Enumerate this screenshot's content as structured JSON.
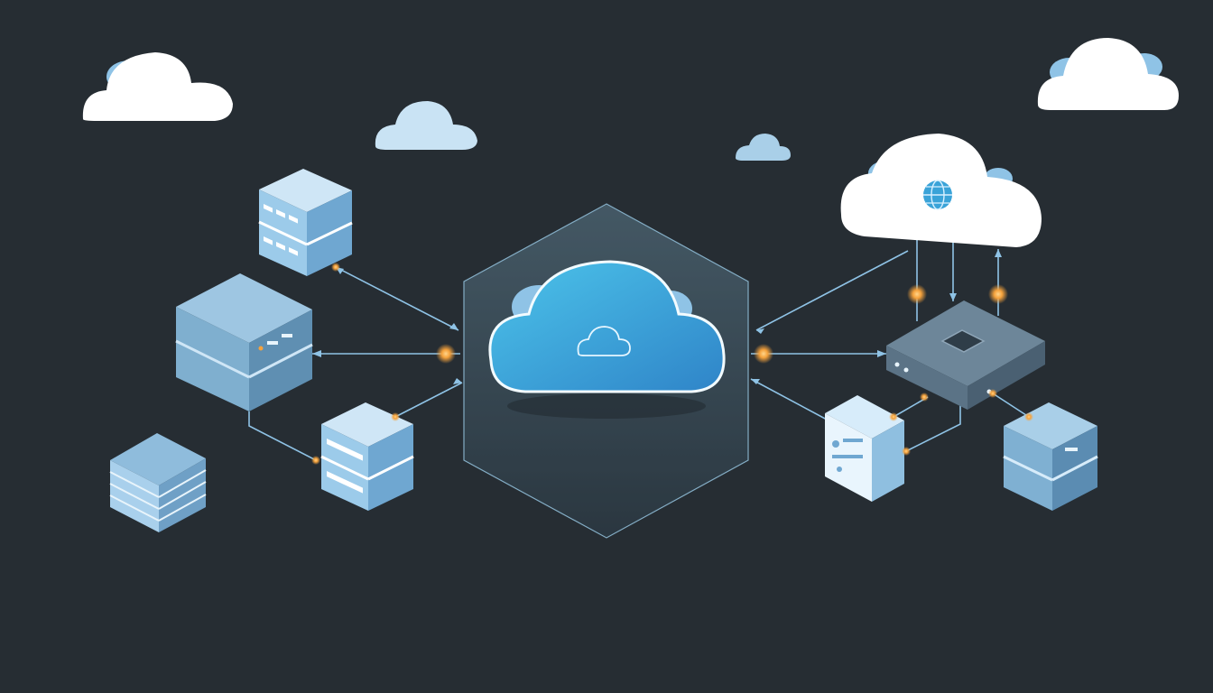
{
  "diagram": {
    "type": "network-topology",
    "hub": {
      "name": "cloud-hub",
      "icon": "cloud-icon"
    },
    "nodes": [
      {
        "name": "server-top-left",
        "icon": "server-stack-icon"
      },
      {
        "name": "server-mid-left",
        "icon": "server-stack-icon"
      },
      {
        "name": "server-low-left",
        "icon": "server-stack-icon"
      },
      {
        "name": "storage-bottom-left",
        "icon": "storage-rack-icon"
      },
      {
        "name": "network-switch",
        "icon": "switch-icon"
      },
      {
        "name": "server-unit-right",
        "icon": "server-unit-icon"
      },
      {
        "name": "server-stack-right",
        "icon": "server-stack-icon"
      },
      {
        "name": "internet-cloud",
        "icon": "globe-icon"
      }
    ],
    "colors": {
      "background": "#262d33",
      "accent": "#8fc3e6",
      "hub_cloud": "#3aa3d8",
      "connector_glow": "#f5a23c",
      "cloud_white": "#ffffff"
    }
  }
}
